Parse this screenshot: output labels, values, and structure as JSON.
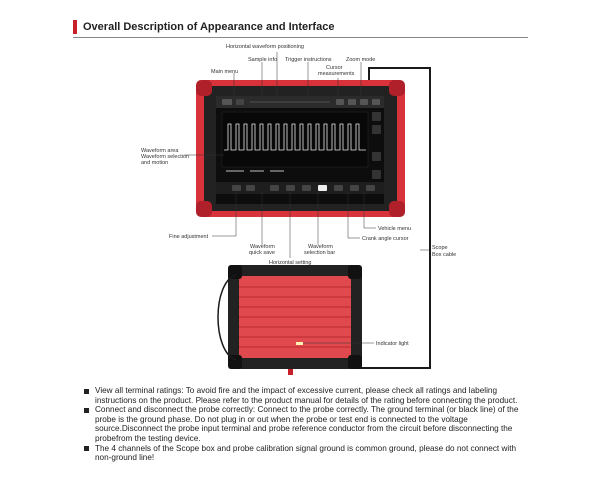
{
  "heading": "Overall Description of Appearance and Interface",
  "labels": {
    "horizontal_waveform_positioning": "Horizontal waveform positioning",
    "sample_info": "Sample info",
    "trigger_instructions": "Trigger instructions",
    "zoom_mode": "Zoom mode",
    "cursor_measurements_1": "Cursor",
    "cursor_measurements_2": "measurements",
    "main_menu": "Main menu",
    "waveform_area_1": "Waveform area",
    "waveform_area_2": "Waveform selection",
    "waveform_area_3": "and motion",
    "fine_adjustment": "Fine adjustment",
    "waveform_quick_save_1": "Waveform",
    "waveform_quick_save_2": "quick save",
    "waveform_selection_bar_1": "Waveform",
    "waveform_selection_bar_2": "selection bar",
    "vehicle_menu": "Vehicle menu",
    "crank_angle_cursor": "Crank angle cursor",
    "horizontal_setting": "Horizontal setting",
    "scope_box_cable_1": "Scope",
    "scope_box_cable_2": "Box cable",
    "indicator_light": "Indicator light"
  },
  "notes": [
    "View all terminal ratings: To avoid fire and the impact of excessive current, please check all ratings and labeling instructions on the product. Please refer to the product manual for details of the rating before connecting the product.",
    "Connect and disconnect the probe correctly: Connect to the probe correctly. The ground terminal (or black line) of the probe is the ground phase. Do not plug in or out when the probe or test end is connected to the voltage source.Disconnect the probe input terminal and probe reference conductor from the circuit before disconnecting the probefrom the testing device.",
    "The 4 channels of the Scope box and probe calibration signal ground is common ground, please do not connect with non-ground line!"
  ],
  "colors": {
    "accent": "#c8202b",
    "device_red": "#d8323a",
    "screen": "#0d0d0d",
    "waveform": "#e8e8e8"
  }
}
